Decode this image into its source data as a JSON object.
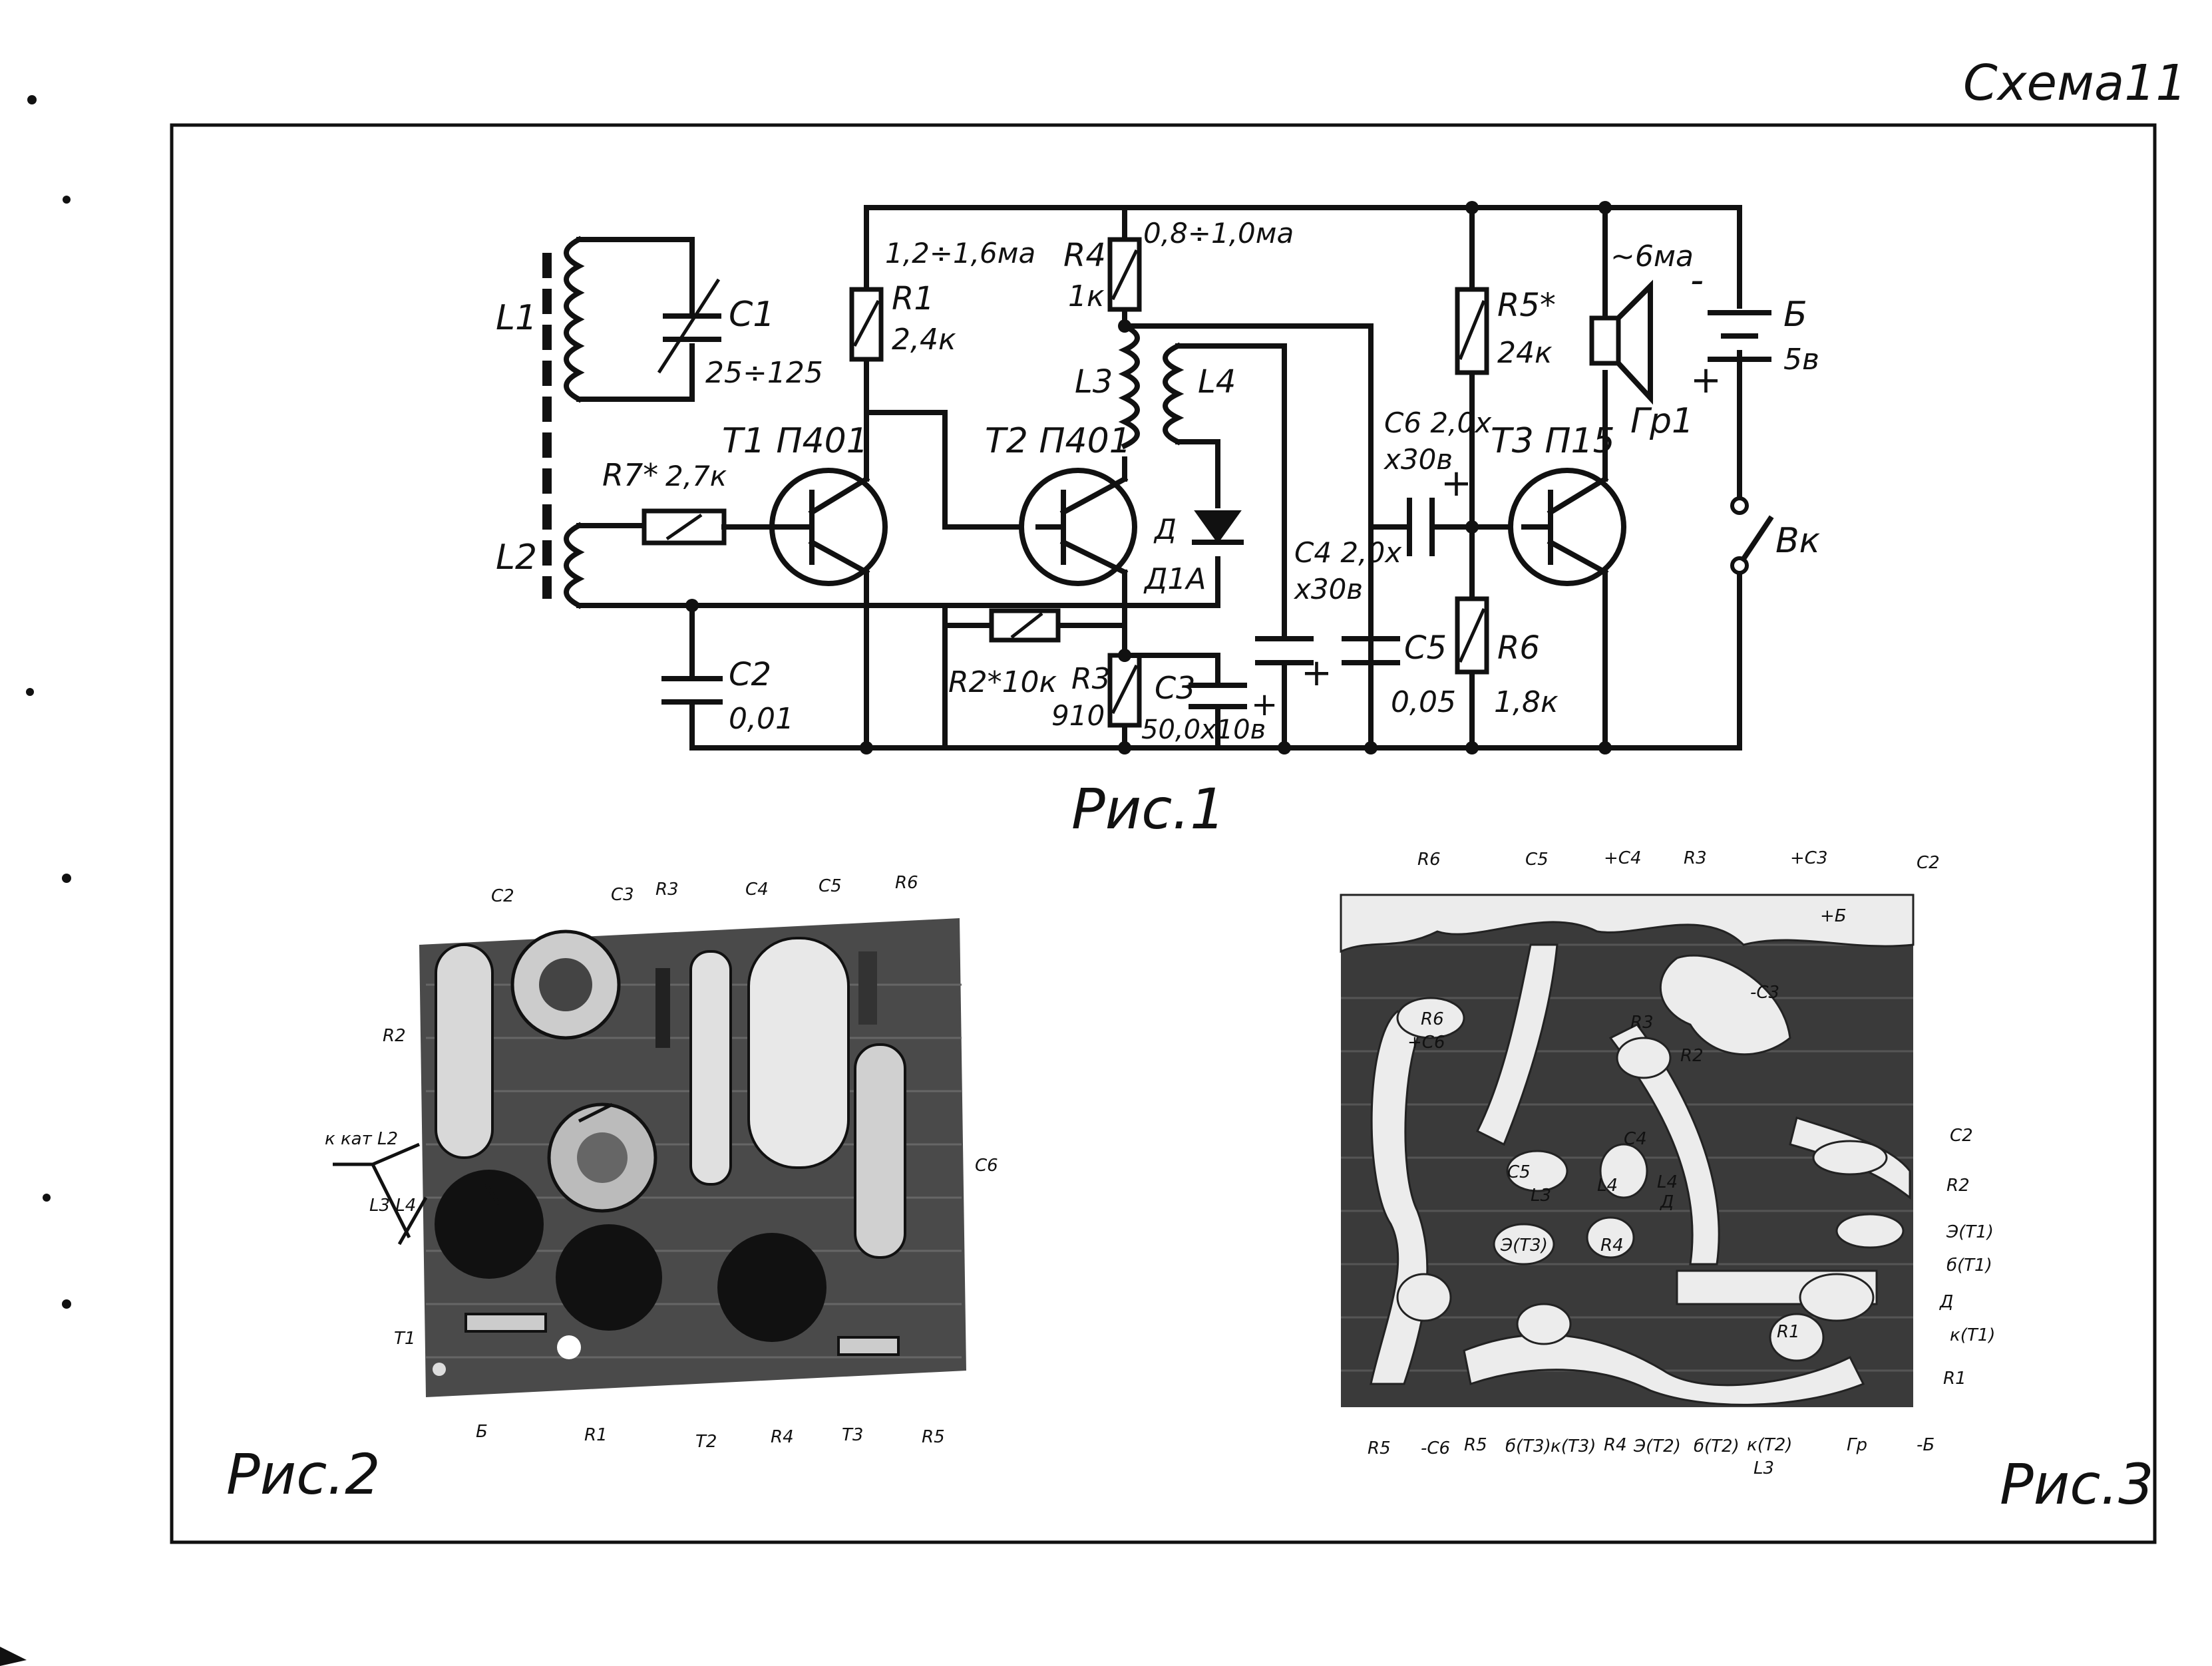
{
  "sheet_title": "Схема11",
  "fig1_caption": "Рис.1",
  "fig2_caption": "Рис.2",
  "fig3_caption": "Рис.3",
  "schematic": {
    "L1": "L1",
    "L2": "L2",
    "C1": "C1",
    "C1_value": "25÷125",
    "R7": "R7*",
    "R7_value": "2,7к",
    "T1": "T1 П401",
    "T2": "T2 П401",
    "T3": "T3 П15",
    "R1": "R1",
    "R1_value": "2,4к",
    "I1": "1,2÷1,6ма",
    "R4": "R4",
    "R4_value": "1к",
    "I2": "0,8÷1,0ма",
    "L3": "L3",
    "L4": "L4",
    "D": "Д",
    "D_value": "Д1А",
    "C4": "C4 2,0х",
    "C4_value": "х30в",
    "C6": "C6 2,0х",
    "C6_value": "х30в",
    "R5": "R5*",
    "R5_value": "24к",
    "I3": "~6ма",
    "Gr": "Гр1",
    "B": "Б",
    "B_value": "5в",
    "Vk": "Вк",
    "C2": "C2",
    "C2_value": "0,01",
    "R2": "R2*10к",
    "R3": "R3",
    "R3_value": "910",
    "C3": "C3",
    "C3_value": "50,0х10в",
    "C5": "C5",
    "C5_value": "0,05",
    "R6": "R6",
    "R6_value": "1,8к",
    "plus": "+",
    "minus": "-"
  },
  "fig2_labels": {
    "C2": "C2",
    "C3": "C3",
    "R3": "R3",
    "C4": "C4",
    "C5": "C5",
    "R6": "R6",
    "R2": "R2",
    "kkat": "к кат L2",
    "L3L4": "L3 L4",
    "C6": "C6",
    "T1": "T1",
    "B": "Б",
    "R1": "R1",
    "T2": "T2",
    "R4": "R4",
    "T3": "T3",
    "R5": "R5"
  },
  "fig3_labels": {
    "top": [
      "R6",
      "C5",
      "+C4",
      "R3",
      "+C3",
      "C2"
    ],
    "inner": [
      "R6",
      "+C6",
      "-C3",
      "R3",
      "R2",
      "C4",
      "C5",
      "L3",
      "L4",
      "L4",
      "Д",
      "Э(T3)",
      "R4",
      "R1",
      "+Б"
    ],
    "right": [
      "C2",
      "R2",
      "Э(T1)",
      "б(T1)",
      "Д",
      "к(T1)",
      "R1"
    ],
    "bottom": [
      "R5",
      "-C6",
      "R5",
      "б(T3)",
      "к(T3)",
      "R4",
      "Э(T2)",
      "б(T2)",
      "к(T2)",
      "L3",
      "Гр",
      "-Б"
    ]
  }
}
